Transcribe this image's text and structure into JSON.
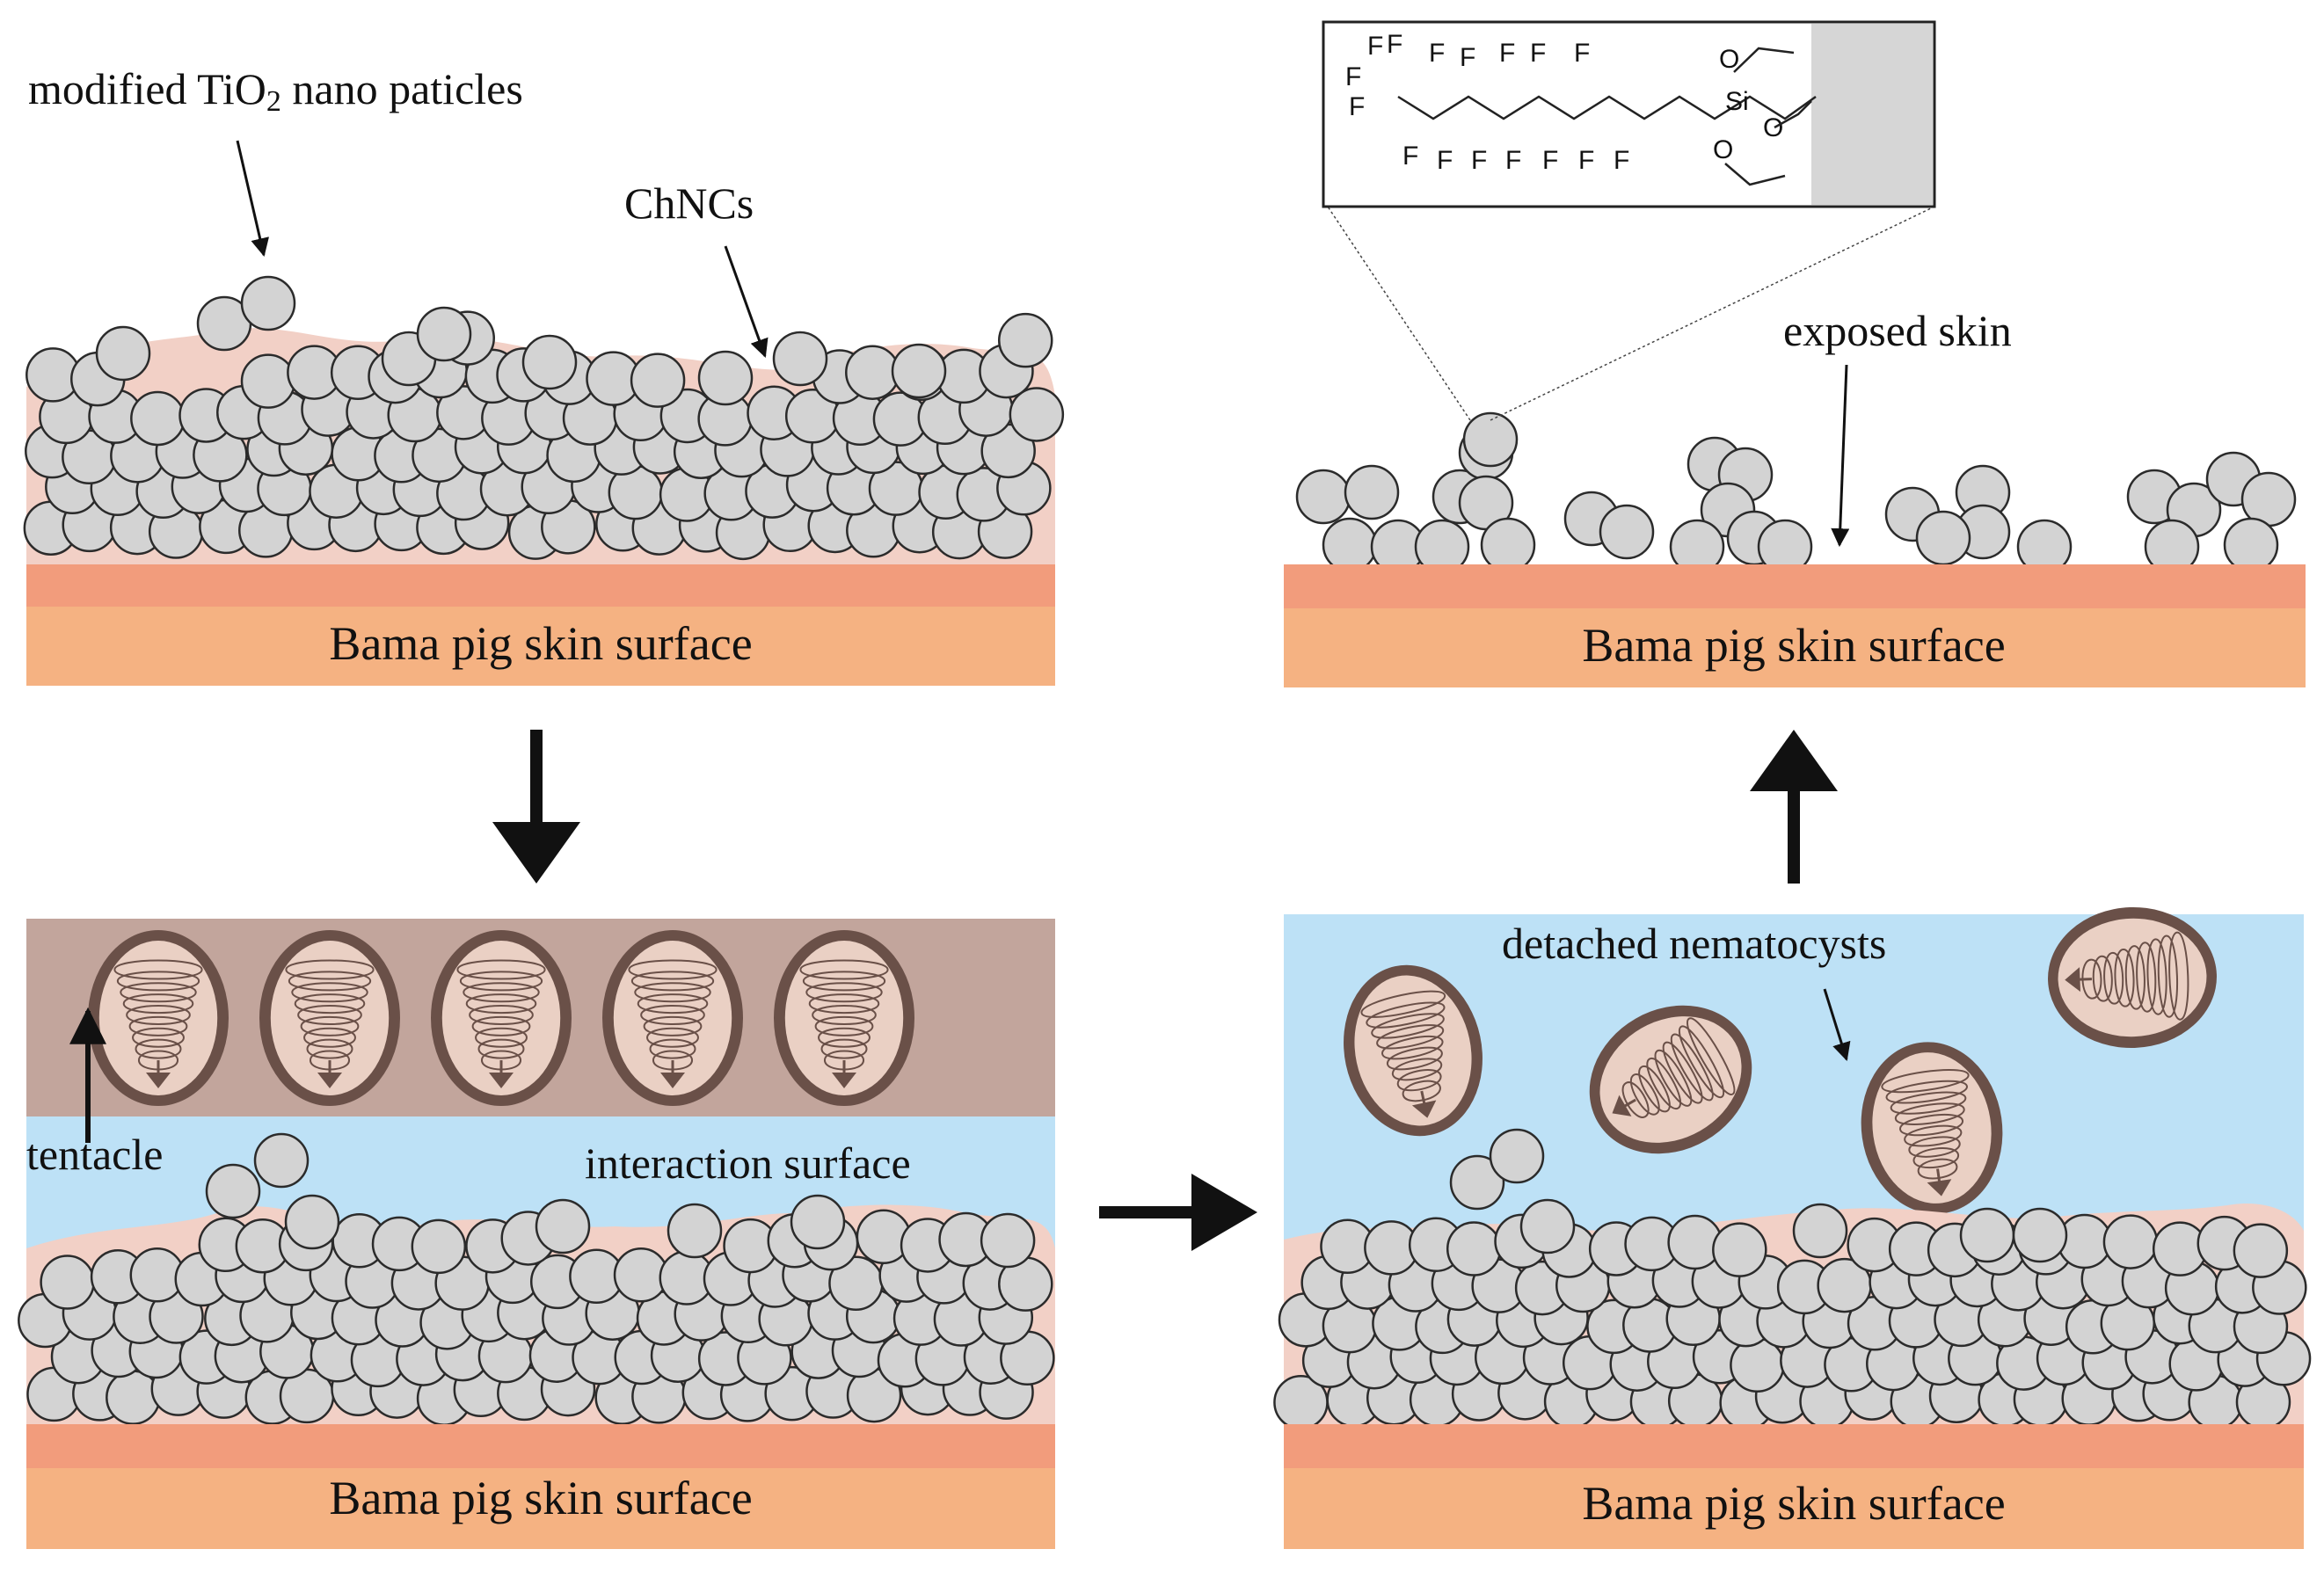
{
  "labels": {
    "tio2_prefix": "modified TiO",
    "tio2_sub": "2",
    "tio2_suffix": " nano paticles",
    "chncs": "ChNCs",
    "exposed_skin": "exposed skin",
    "tentacle": "tentacle",
    "interaction_surface": "interaction surface",
    "detached_nematocysts": "detached nematocysts",
    "skin_surface": "Bama pig skin surface"
  },
  "molecule": {
    "fluorine": "F",
    "silicon": "Si",
    "oxygen": "O"
  },
  "colors": {
    "skin_top_band": "#f29c7c",
    "skin_base": "#f5b282",
    "chncs_matrix": "#f2d0c6",
    "particle_fill": "#d3d3d3",
    "particle_stroke": "#2b2b2b",
    "water": "#bde1f6",
    "tentacle_band": "#c2a59c",
    "nematocyst_capsule": "#6a5048",
    "nematocyst_inner": "#ead0c4",
    "substrate_gray": "#d6d6d6",
    "arrow": "#111111"
  },
  "icons": {
    "flow_arrow": "arrow",
    "nematocyst": "nematocyst-capsule",
    "nanoparticle": "circle"
  }
}
